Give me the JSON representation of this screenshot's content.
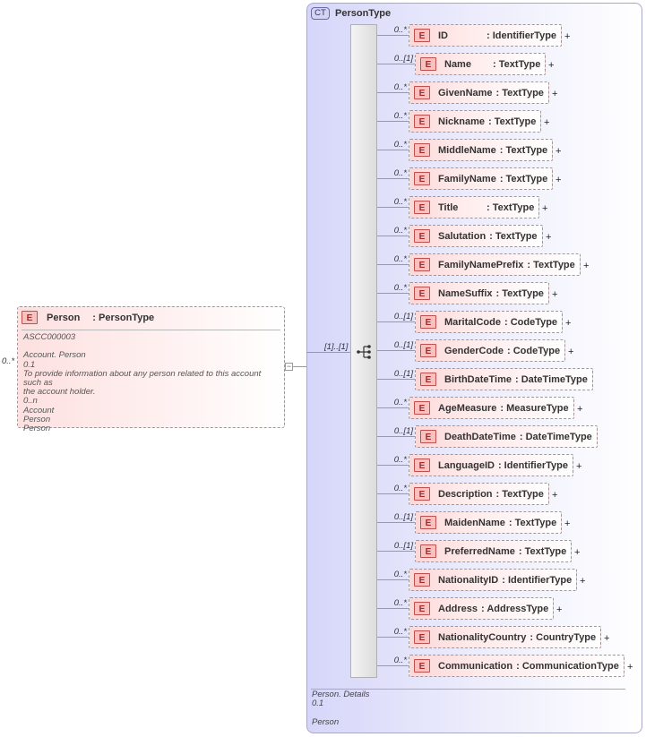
{
  "person": {
    "badge": "E",
    "name": "Person",
    "type": ": PersonType",
    "multiplicity": "0..*",
    "info": [
      "ASCC000003",
      "",
      "Account. Person",
      "0.1",
      "To provide information about any person related to this account such as",
      "the account holder.",
      "0..n",
      "Account",
      "Person",
      "Person"
    ]
  },
  "complex_type": {
    "badge": "CT",
    "name": "PersonType",
    "footer": [
      "Person. Details",
      "0.1",
      "",
      "Person"
    ]
  },
  "sequence": {
    "multiplicity": "[1]..[1]"
  },
  "children": [
    {
      "mult": "0..*",
      "name": "ID",
      "type": ": IdentifierType",
      "nw": 50
    },
    {
      "mult": "0..[1]",
      "name": "Name",
      "type": ": TextType",
      "nw": 50
    },
    {
      "mult": "0..*",
      "name": "GivenName",
      "type": ": TextType",
      "nw": 0
    },
    {
      "mult": "0..*",
      "name": "Nickname",
      "type": ": TextType",
      "nw": 0
    },
    {
      "mult": "0..*",
      "name": "MiddleName",
      "type": ": TextType",
      "nw": 0
    },
    {
      "mult": "0..*",
      "name": "FamilyName",
      "type": ": TextType",
      "nw": 0
    },
    {
      "mult": "0..*",
      "name": "Title",
      "type": ": TextType",
      "nw": 50
    },
    {
      "mult": "0..*",
      "name": "Salutation",
      "type": ": TextType",
      "nw": 0
    },
    {
      "mult": "0..*",
      "name": "FamilyNamePrefix",
      "type": ": TextType",
      "nw": 0
    },
    {
      "mult": "0..*",
      "name": "NameSuffix",
      "type": ": TextType",
      "nw": 0
    },
    {
      "mult": "0..[1]",
      "name": "MaritalCode",
      "type": ": CodeType",
      "nw": 0
    },
    {
      "mult": "0..[1]",
      "name": "GenderCode",
      "type": ": CodeType",
      "nw": 0
    },
    {
      "mult": "0..[1]",
      "name": "BirthDateTime",
      "type": ": DateTimeType",
      "nw": 0
    },
    {
      "mult": "0..*",
      "name": "AgeMeasure",
      "type": ": MeasureType",
      "nw": 0
    },
    {
      "mult": "0..[1]",
      "name": "DeathDateTime",
      "type": ": DateTimeType",
      "nw": 0
    },
    {
      "mult": "0..*",
      "name": "LanguageID",
      "type": ": IdentifierType",
      "nw": 0
    },
    {
      "mult": "0..*",
      "name": "Description",
      "type": ": TextType",
      "nw": 0
    },
    {
      "mult": "0..[1]",
      "name": "MaidenName",
      "type": ": TextType",
      "nw": 0
    },
    {
      "mult": "0..[1]",
      "name": "PreferredName",
      "type": ": TextType",
      "nw": 0
    },
    {
      "mult": "0..*",
      "name": "NationalityID",
      "type": ": IdentifierType",
      "nw": 0
    },
    {
      "mult": "0..*",
      "name": "Address",
      "type": ": AddressType",
      "nw": 0
    },
    {
      "mult": "0..*",
      "name": "NationalityCountry",
      "type": ": CountryType",
      "nw": 0
    },
    {
      "mult": "0..*",
      "name": "Communication",
      "type": ": CommunicationType",
      "nw": 0
    }
  ]
}
